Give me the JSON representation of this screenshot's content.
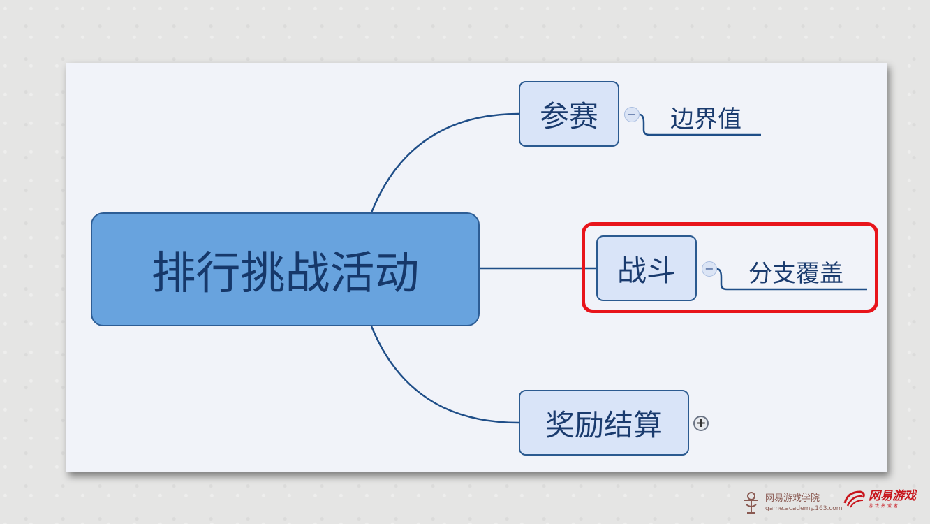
{
  "mindmap": {
    "root": "排行挑战活动",
    "topics": [
      {
        "label": "参赛",
        "child": "边界值"
      },
      {
        "label": "战斗",
        "child": "分支覆盖"
      },
      {
        "label": "奖励结算"
      }
    ],
    "toggles": {
      "collapse": "−",
      "expand": "+"
    }
  },
  "footer": {
    "academy_name": "网易游戏学院",
    "academy_url": "game.academy.163.com",
    "netease_name": "网易游戏",
    "netease_tag": "游戏热爱者"
  },
  "colors": {
    "root_fill": "#68a3de",
    "topic_fill": "#d9e4f8",
    "connector": "#1f4e88",
    "highlight": "#e8141b",
    "canvas": "#f1f3f9"
  }
}
